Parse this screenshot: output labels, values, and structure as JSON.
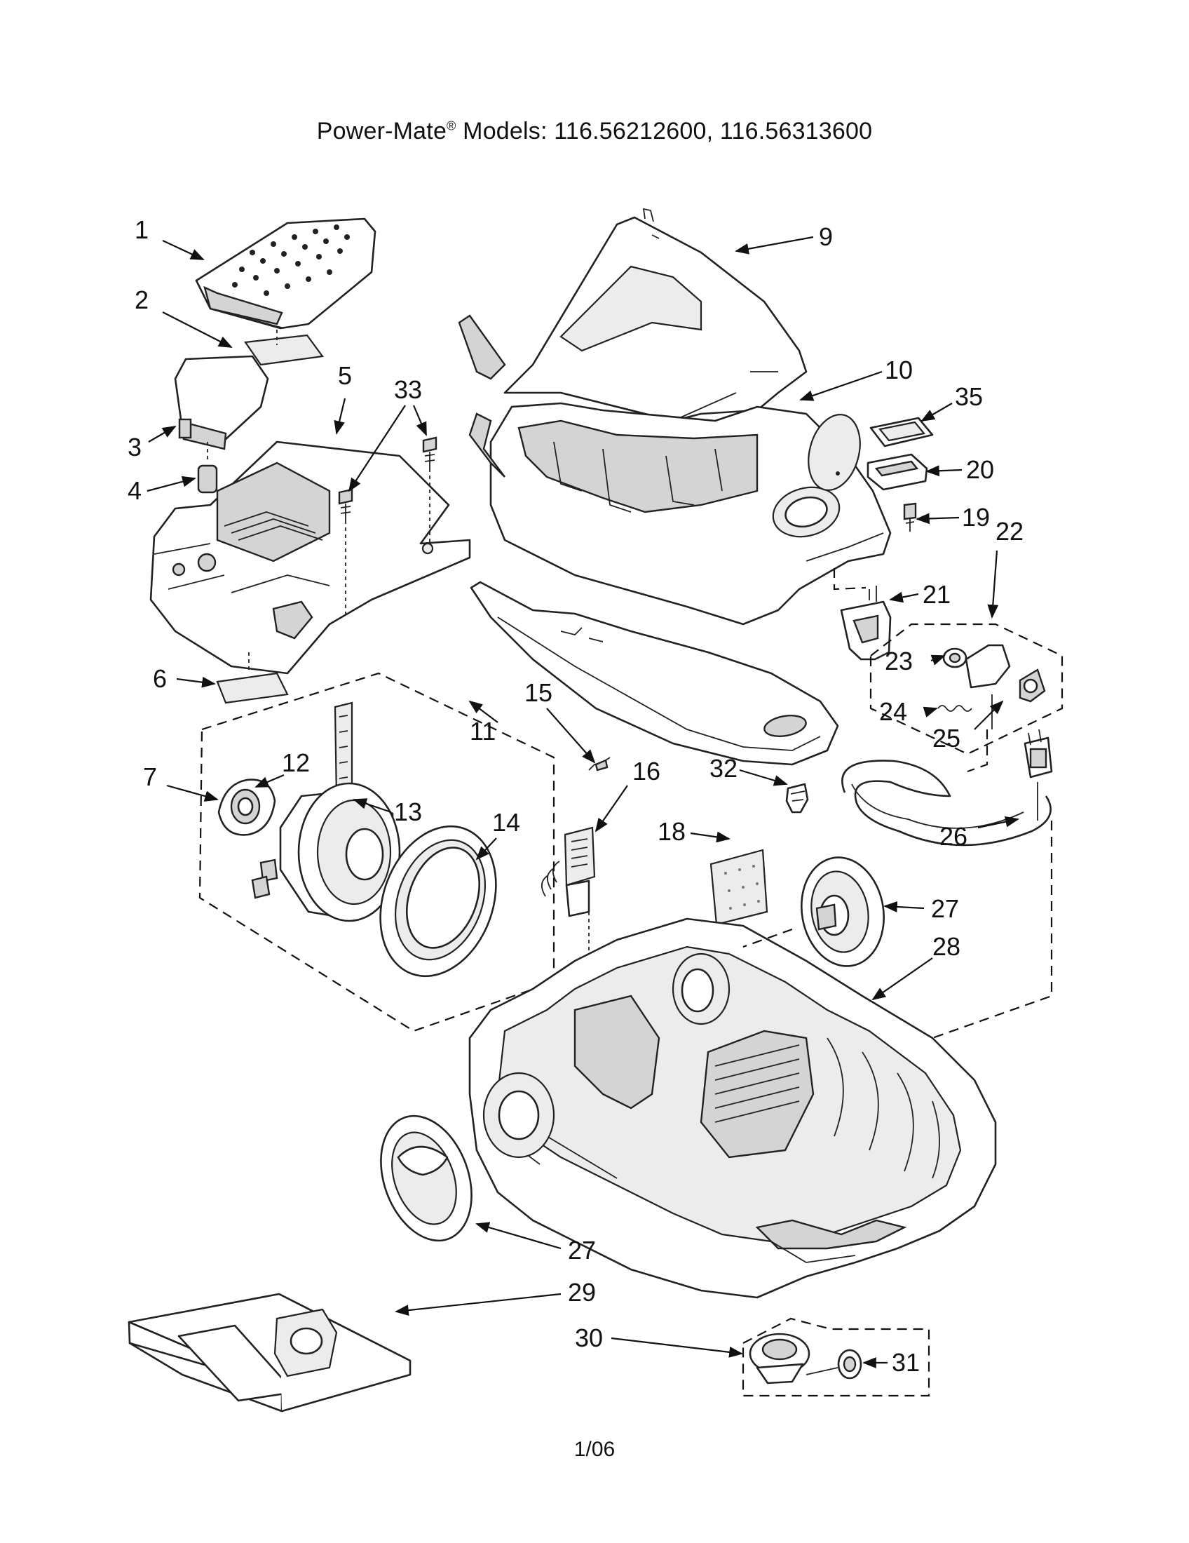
{
  "header": {
    "brand": "Power-Mate",
    "registered_mark": "®",
    "models_label": "Models:",
    "models": "116.56212600, 116.56313600"
  },
  "callouts": {
    "c1": "1",
    "c2": "2",
    "c3": "3",
    "c4": "4",
    "c5": "5",
    "c6": "6",
    "c7": "7",
    "c9": "9",
    "c10": "10",
    "c11": "11",
    "c12": "12",
    "c13": "13",
    "c14": "14",
    "c15": "15",
    "c16": "16",
    "c18": "18",
    "c19": "19",
    "c20": "20",
    "c21": "21",
    "c22": "22",
    "c23": "23",
    "c24": "24",
    "c25": "25",
    "c26": "26",
    "c27a": "27",
    "c27b": "27",
    "c28": "28",
    "c29": "29",
    "c30": "30",
    "c31": "31",
    "c32": "32",
    "c33": "33",
    "c35": "35"
  },
  "footer": {
    "date_code": "1/06"
  }
}
